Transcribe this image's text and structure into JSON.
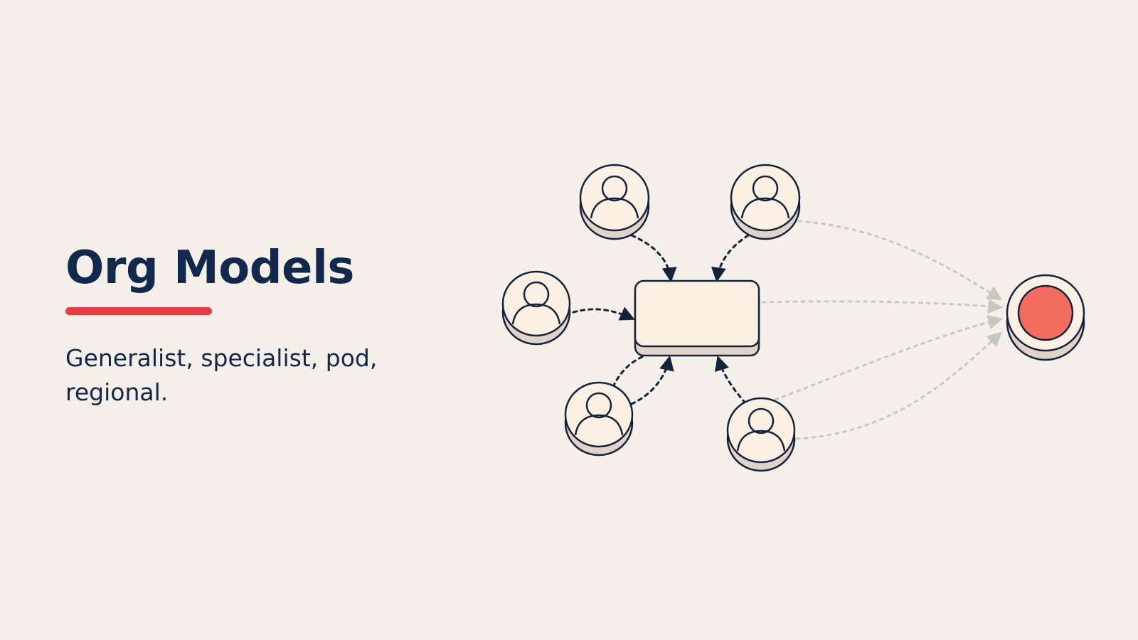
{
  "slide": {
    "title": "Org Models",
    "subtitle": "Generalist, specialist, pod, regional."
  },
  "colors": {
    "background": "#f4f0e9",
    "title": "#13284d",
    "accent_underline": "#e23c45",
    "node_fill": "#fcefe4",
    "node_shadow": "#e2d3c8",
    "outline": "#13233c",
    "target_fill": "#f46b5f",
    "faded_arrow": "#c5c9bd"
  },
  "diagram": {
    "center_icon": "rectangle-hub",
    "person_icon": "person-icon",
    "target_icon": "target-circle-icon"
  }
}
